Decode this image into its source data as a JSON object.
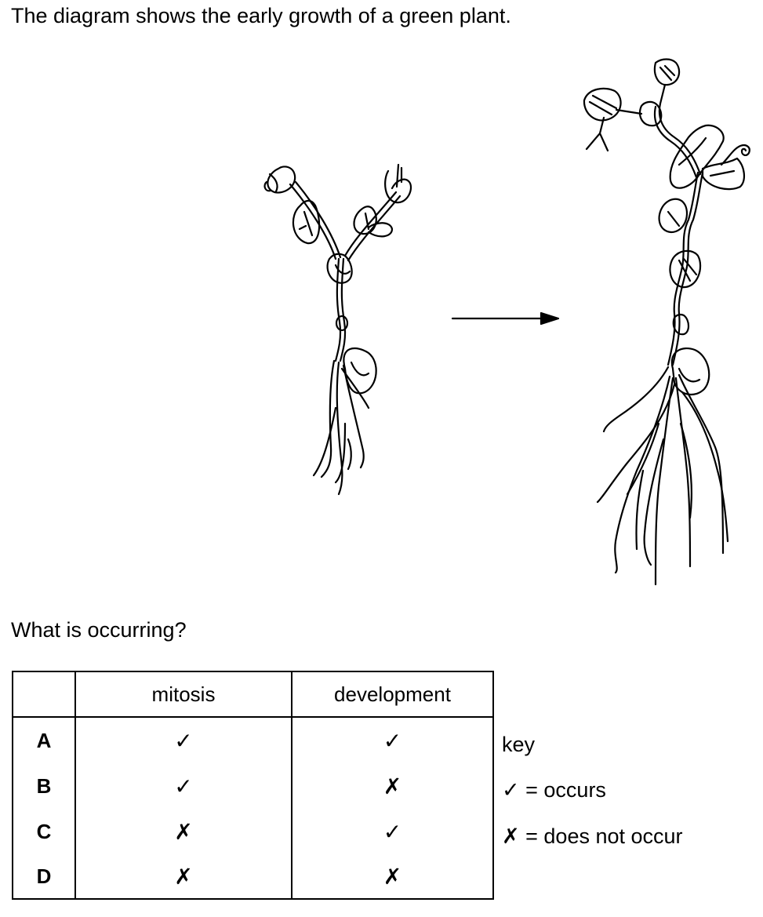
{
  "intro_text": "The diagram shows the early growth of a green plant.",
  "question_text": "What is occurring?",
  "table": {
    "headers": [
      "",
      "mitosis",
      "development"
    ],
    "rows": [
      {
        "letter": "A",
        "mitosis": "✓",
        "development": "✓"
      },
      {
        "letter": "B",
        "mitosis": "✓",
        "development": "✗"
      },
      {
        "letter": "C",
        "mitosis": "✗",
        "development": "✓"
      },
      {
        "letter": "D",
        "mitosis": "✗",
        "development": "✗"
      }
    ]
  },
  "key": {
    "title": "key",
    "occurs_symbol": "✓",
    "occurs_text": "= occurs",
    "not_occur_symbol": "✗",
    "not_occur_text": "= does not occur"
  }
}
